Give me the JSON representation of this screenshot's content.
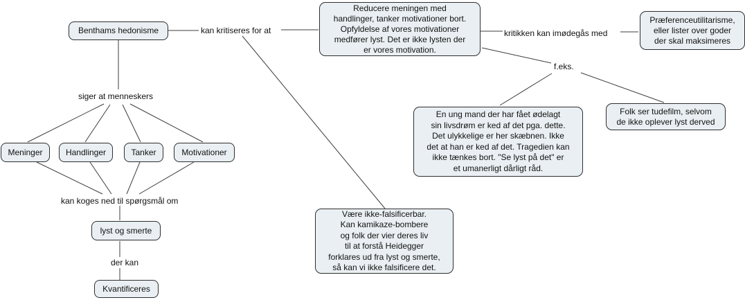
{
  "title": "Benthams hedonisme concept map",
  "colors": {
    "background": "#ffffff",
    "node_fill": "#e9eff2",
    "node_border": "#2e2e2e",
    "edge": "#3c3c3c",
    "text": "#111111"
  },
  "nodes": {
    "benthams": {
      "label": "Benthams hedonisme"
    },
    "meninger": {
      "label": "Meninger"
    },
    "handlinger": {
      "label": "Handlinger"
    },
    "tanker": {
      "label": "Tanker"
    },
    "motivationer": {
      "label": "Motivationer"
    },
    "lyst_og_smerte": {
      "label": "lyst og smerte"
    },
    "kvantificeres": {
      "label": "Kvantificeres"
    },
    "reducere": {
      "text": "Reducere meningen med\nhandlinger, tanker motivationer bort.\nOpfyldelse af vores motivationer\nmedfører lyst. Det er ikke lysten der\ner vores motivation."
    },
    "praeference": {
      "text": "Præferenceutilitarisme,\neller lister over goder\nder skal maksimeres"
    },
    "ung_mand": {
      "text": "En ung mand der har fået ødelagt\nsin livsdrøm er ked af det pga. dette.\nDet ulykkelige er her skæbnen. Ikke\ndet at han er ked af det. Tragedien kan\nikke tænkes bort. \"Se lyst på det\" er\net umanerligt dårligt råd."
    },
    "tudefilm": {
      "text": "Folk ser tudefilm, selvom\nde ikke oplever lyst derved"
    },
    "falsificerbar": {
      "text": "Være ikke-falsificerbar.\nKan kamikaze-bombere\nog folk der vier deres liv\ntil at forstå Heidegger\nforklares ud fra lyst og smerte,\nså kan vi ikke falsificere det."
    }
  },
  "links": {
    "kritiseres": {
      "label": "kan kritiseres for at"
    },
    "siger": {
      "label": "siger at menneskers"
    },
    "koges": {
      "label": "kan koges ned til spørgsmål om"
    },
    "der_kan": {
      "label": "der kan"
    },
    "kritikken": {
      "label": "kritikken kan imødegås med"
    },
    "feks": {
      "label": "f.eks."
    }
  }
}
